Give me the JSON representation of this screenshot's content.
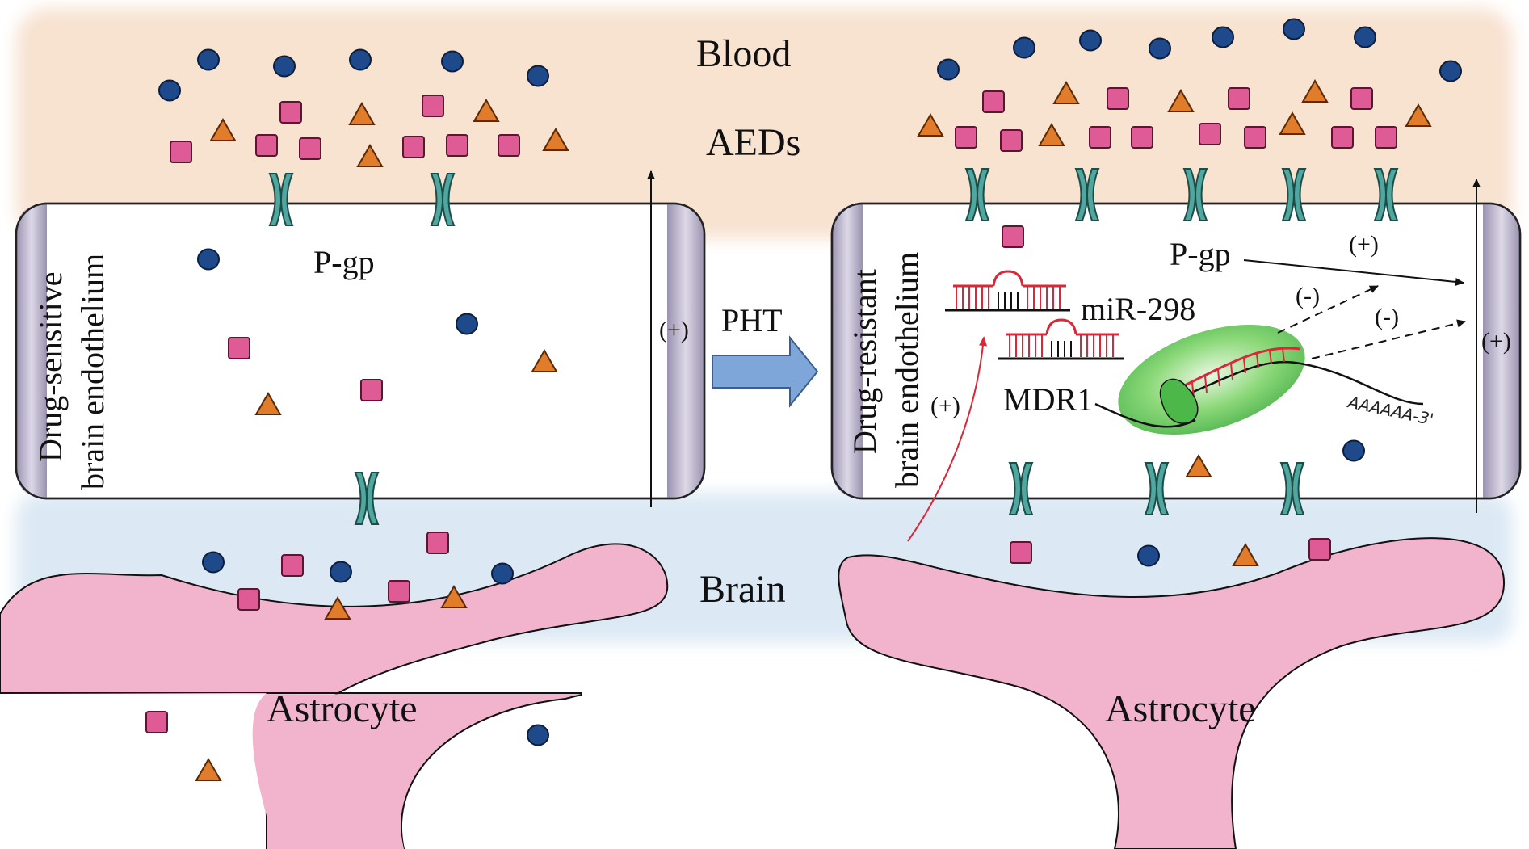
{
  "labels": {
    "blood": "Blood",
    "aeds": "AEDs",
    "brain": "Brain",
    "astrocyte_left": "Astrocyte",
    "astrocyte_right": "Astrocyte",
    "pht": "PHT",
    "pgp_left": "P-gp",
    "pgp_right": "P-gp",
    "mir298": "miR-298",
    "mdr1": "MDR1",
    "polyA": "AAAAAA-3'",
    "plus_left_cell": "(+)",
    "plus_right_cell": "(+)",
    "plus_pgp": "(+)",
    "plus_red": "(+)",
    "minus_1": "(-)",
    "minus_2": "(-)",
    "sensitive_line1": "Drug-sensitive",
    "sensitive_line2": "brain endothelium",
    "resistant_line1": "Drug-resistant",
    "resistant_line2": "brain endothelium"
  },
  "colors": {
    "blood_band": "#f8e2d0",
    "brain_band": "#dce9f4",
    "astrocyte": "#f2b4cc",
    "circle": "#1e4a8c",
    "square": "#de5b96",
    "triangle": "#e07c2a",
    "channel": "#4fa79f",
    "arrow_blue": "#7fa6d8",
    "mirna_red": "#d8283a",
    "ribosome_green": "#5cc95a"
  },
  "icons": {
    "molecule_circle": "circle-icon",
    "molecule_square": "square-icon",
    "molecule_triangle": "triangle-icon",
    "channel": "channel-icon"
  }
}
